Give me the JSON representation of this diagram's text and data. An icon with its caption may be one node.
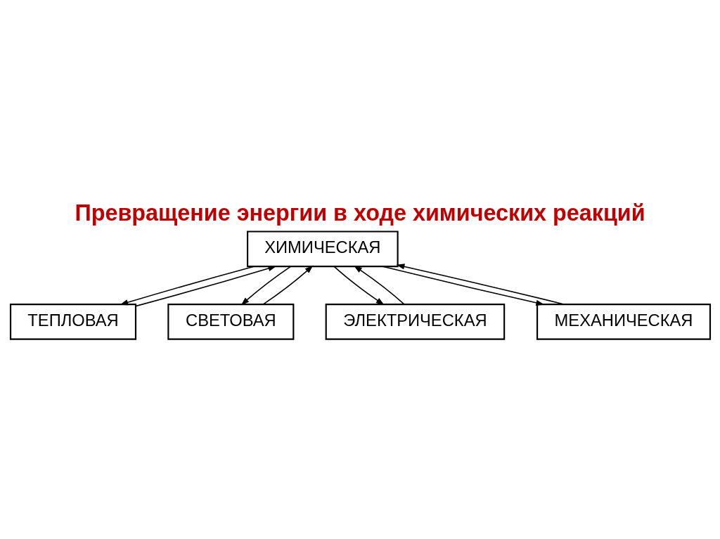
{
  "diagram": {
    "title": "Превращение энергии в ходе химических реакций",
    "nodes": [
      {
        "text": [
          "ХИМИЧЕСКАЯ"
        ]
      },
      {
        "text": [
          "ТЕПЛОВАЯ"
        ]
      },
      {
        "text": [
          "СВЕТОВАЯ"
        ]
      },
      {
        "text": [
          "ЭЛЕКТРИЧЕСКАЯ"
        ]
      },
      {
        "text": [
          "МЕХАНИЧЕСКАЯ"
        ]
      }
    ],
    "edges": [
      {
        "from": 0,
        "to": 1,
        "arrow": "to"
      },
      {
        "from": 1,
        "to": 0,
        "arrow": "to"
      },
      {
        "from": 0,
        "to": 3,
        "arrow": "to"
      },
      {
        "from": 3,
        "to": 0,
        "arrow": "to"
      },
      {
        "from": 0,
        "to": 4,
        "arrow": "to"
      },
      {
        "from": 4,
        "to": 0,
        "arrow": "to"
      },
      {
        "from": 0,
        "to": 2,
        "arrow": "to"
      },
      {
        "from": 2,
        "to": 0,
        "arrow": "to"
      }
    ]
  }
}
